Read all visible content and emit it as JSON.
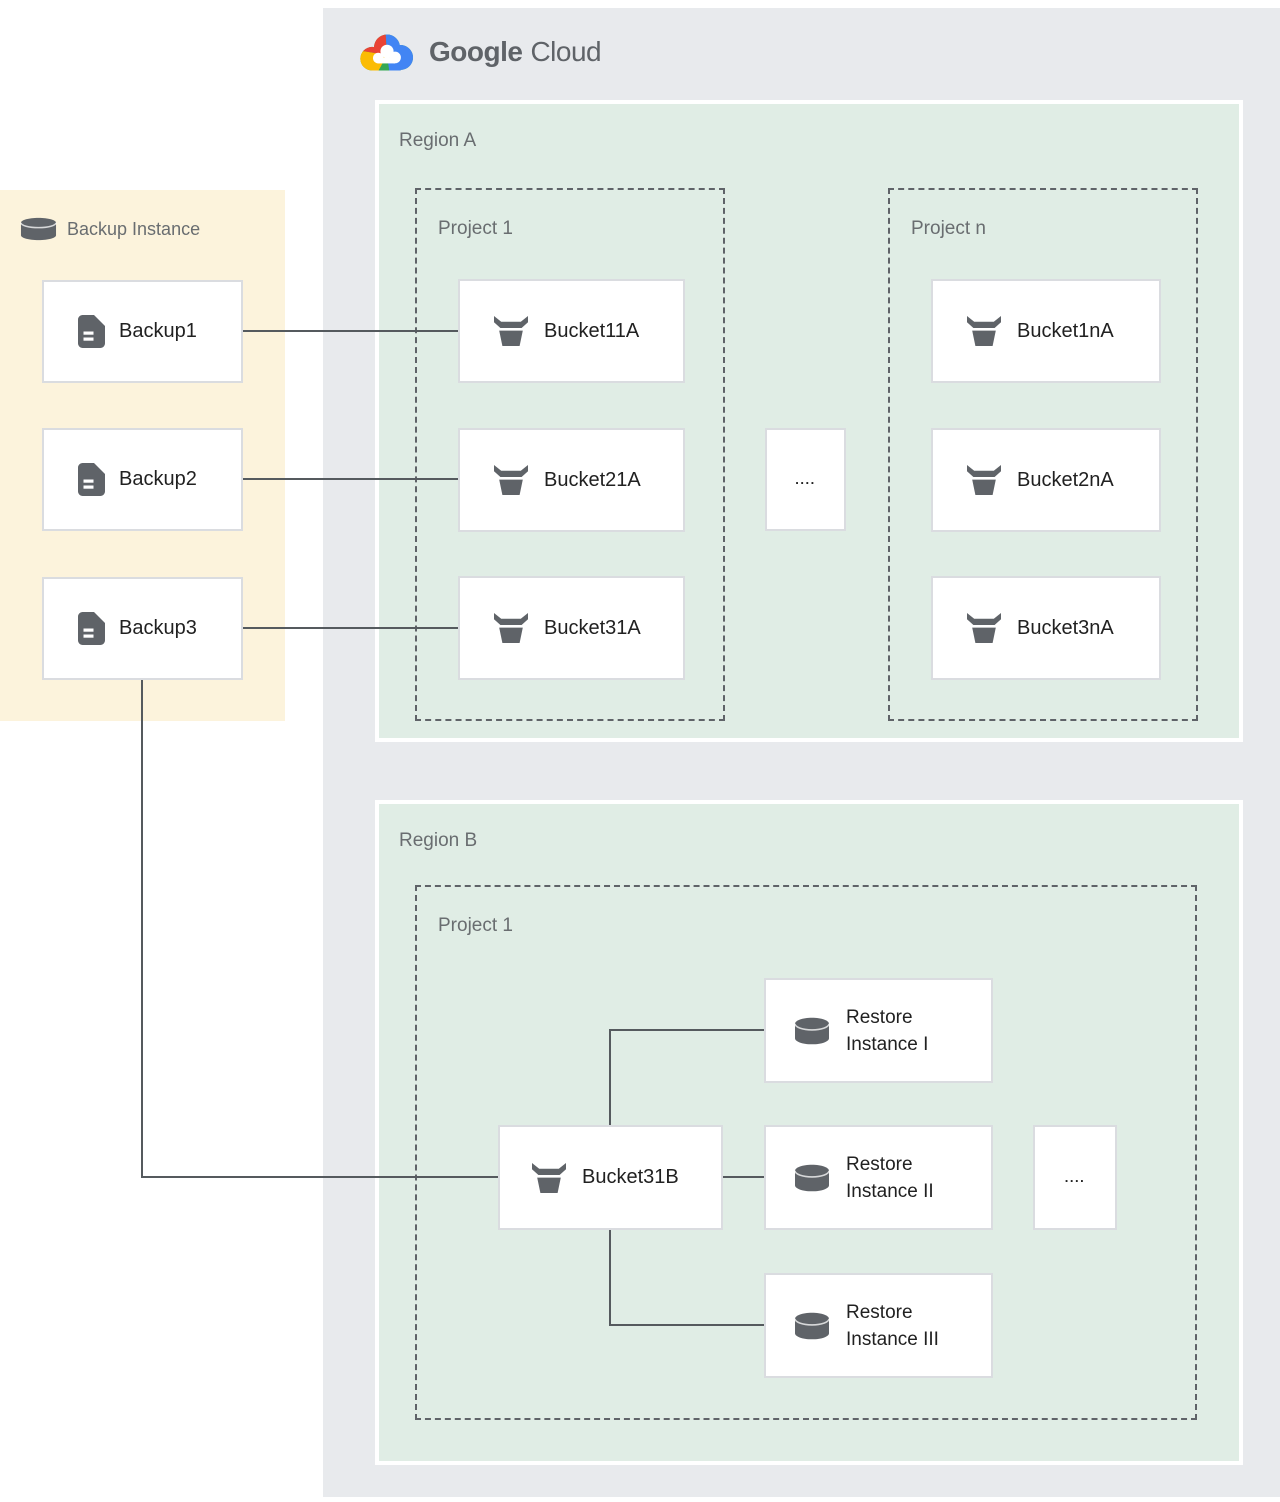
{
  "logo": {
    "brand": "Google",
    "product": "Cloud"
  },
  "backup_panel": {
    "title": "Backup Instance",
    "items": [
      "Backup1",
      "Backup2",
      "Backup3"
    ]
  },
  "region_a": {
    "label": "Region A",
    "project_1": {
      "label": "Project 1",
      "buckets": [
        "Bucket11A",
        "Bucket21A",
        "Bucket31A"
      ]
    },
    "ellipsis": "....",
    "project_n": {
      "label": "Project n",
      "buckets": [
        "Bucket1nA",
        "Bucket2nA",
        "Bucket3nA"
      ]
    }
  },
  "region_b": {
    "label": "Region B",
    "project_1": {
      "label": "Project 1",
      "bucket": "Bucket31B",
      "ellipsis": "....",
      "restore_instances": [
        "Restore Instance I",
        "Restore Instance II",
        "Restore Instance III"
      ]
    }
  },
  "colors": {
    "zone_gray": "#E8EAED",
    "region_green": "#E0EDE5",
    "backup_yellow": "#FCF3DC",
    "box_border": "#DADCE0",
    "connector": "#555A5E",
    "icon_gray": "#5F6368",
    "label_gray": "#696D70",
    "text_dark": "#212121",
    "logo_red": "#EA4335",
    "logo_yellow": "#FBBC04",
    "logo_green": "#34A853",
    "logo_blue": "#4285F4"
  },
  "icons": {
    "cylinder": "database-icon",
    "document": "document-icon",
    "bucket": "storage-bucket-icon"
  }
}
